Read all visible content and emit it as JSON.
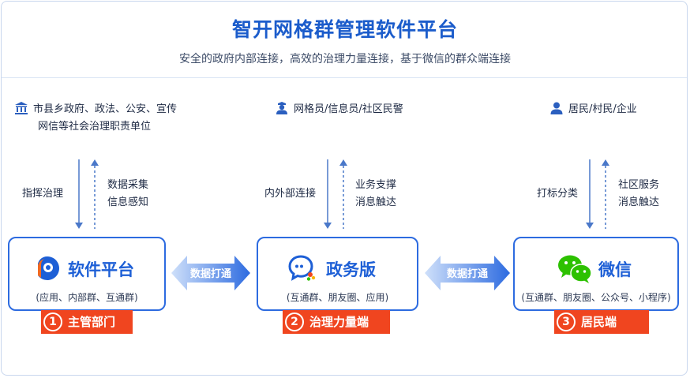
{
  "header": {
    "title": "智开网格群管理软件平台",
    "subtitle": "安全的政府内部连接，高效的治理力量连接，基于微信的群众端连接"
  },
  "groups": [
    {
      "line1": "市县乡政府、政法、公安、宣传",
      "line2": "网信等社会治理职责单位",
      "icon": "government-building-icon"
    },
    {
      "line1": "网格员/信息员/社区民警",
      "icon": "police-officer-icon"
    },
    {
      "line1": "居民/村民/企业",
      "icon": "person-icon"
    }
  ],
  "flows": [
    {
      "down": "指挥治理",
      "up1": "数据采集",
      "up2": "信息感知"
    },
    {
      "down": "内外部连接",
      "up1": "业务支撑",
      "up2": "消息触达"
    },
    {
      "down": "打标分类",
      "up1": "社区服务",
      "up2": "消息触达"
    }
  ],
  "boxes": [
    {
      "name": "软件平台",
      "sub": "(应用、内部群、互通群)",
      "icon": "software-platform-logo"
    },
    {
      "name": "政务版",
      "sub": "(互通群、朋友圈、应用)",
      "icon": "chat-bubble-logo"
    },
    {
      "name": "微信",
      "sub": "(互通群、朋友圈、公众号、小程序)",
      "icon": "wechat-logo"
    }
  ],
  "links": [
    {
      "label": "数据打通"
    },
    {
      "label": "数据打通"
    }
  ],
  "tags": [
    {
      "num": "1",
      "label": "主管部门"
    },
    {
      "num": "2",
      "label": "治理力量端"
    },
    {
      "num": "3",
      "label": "居民端"
    }
  ],
  "colors": {
    "accent": "#1d5fd6",
    "tag": "#f0451f",
    "wechat": "#2dc100"
  }
}
